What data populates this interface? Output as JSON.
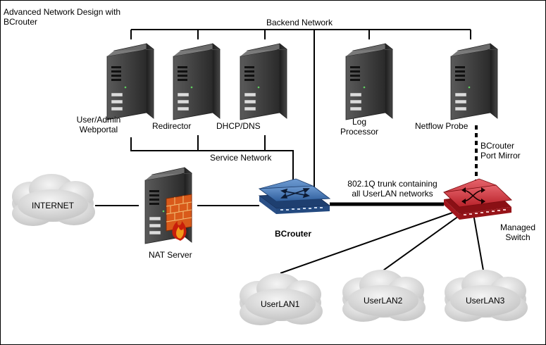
{
  "title": "Advanced Network Design with\nBCrouter",
  "networks": {
    "backend": "Backend Network",
    "service": "Service Network",
    "trunk": "802.1Q trunk containing\nall UserLAN networks",
    "mirror": "BCrouter\nPort Mirror"
  },
  "servers": {
    "webportal": "User/Admin\nWebportal",
    "redirector": "Redirector",
    "dhcp": "DHCP/DNS",
    "log": "Log\nProcessor",
    "netflow": "Netflow Probe"
  },
  "devices": {
    "nat": "NAT Server",
    "bcrouter": "BCrouter",
    "switch": "Managed\nSwitch"
  },
  "clouds": {
    "internet": "INTERNET",
    "lan1": "UserLAN1",
    "lan2": "UserLAN2",
    "lan3": "UserLAN3"
  },
  "colors": {
    "bcrouter": "#3f6fae",
    "switch": "#d2323a",
    "server": "#3a3a3a",
    "cloud": "#d8d8d8",
    "firewall": "#d95a1a"
  }
}
